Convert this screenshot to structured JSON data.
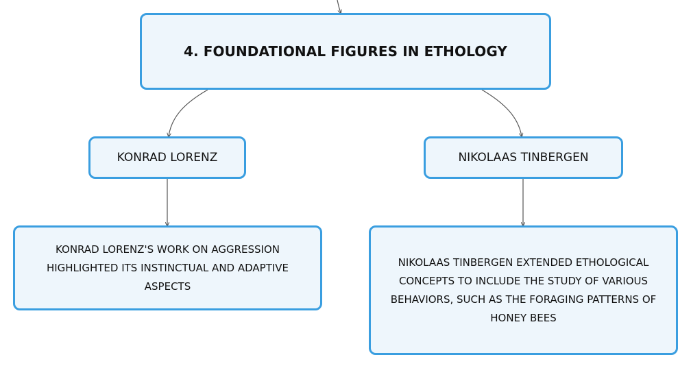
{
  "diagram": {
    "root": {
      "label": "4. FOUNDATIONAL FIGURES IN ETHOLOGY"
    },
    "branches": [
      {
        "label": "KONRAD LORENZ",
        "detail": "KONRAD LORENZ'S WORK ON AGGRESSION HIGHLIGHTED ITS INSTINCTUAL AND ADAPTIVE ASPECTS"
      },
      {
        "label": "NIKOLAAS TINBERGEN",
        "detail": "NIKOLAAS TINBERGEN EXTENDED ETHOLOGICAL CONCEPTS TO INCLUDE THE STUDY OF VARIOUS BEHAVIORS, SUCH AS THE FORAGING PATTERNS OF HONEY BEES"
      }
    ],
    "colors": {
      "node_border": "#3a9ee0",
      "node_fill": "#eef6fc",
      "connector": "#555555",
      "text": "#111111"
    }
  }
}
